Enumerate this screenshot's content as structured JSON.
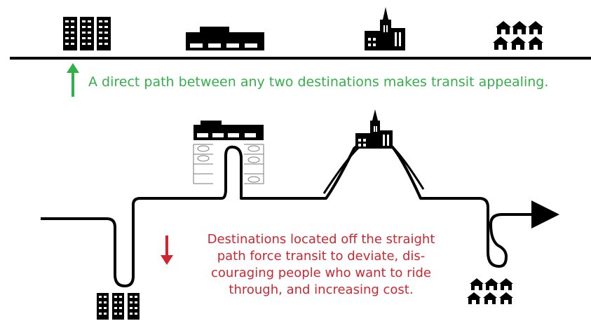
{
  "top_diagram": {
    "caption": "A direct path between any two destinations makes transit appealing.",
    "caption_color": "#34b04a",
    "arrow_color": "#34b04a",
    "arrow_icon": "arrow-up-icon",
    "destinations": [
      "apartments-icon",
      "mall-icon",
      "downtown-icon",
      "houses-icon"
    ]
  },
  "bottom_diagram": {
    "caption_lines": [
      "Destinations located off the straight",
      "path force transit to deviate, dis-",
      "couraging people who want to ride",
      "through, and increasing cost."
    ],
    "caption_color": "#d0262f",
    "arrow_color": "#d0262f",
    "arrow_icon": "arrow-down-icon",
    "destinations": [
      "apartments-icon",
      "mall-parking-icon",
      "downtown-hill-icon",
      "houses-icon"
    ]
  },
  "colors": {
    "ink": "#000000",
    "background": "#ffffff"
  }
}
